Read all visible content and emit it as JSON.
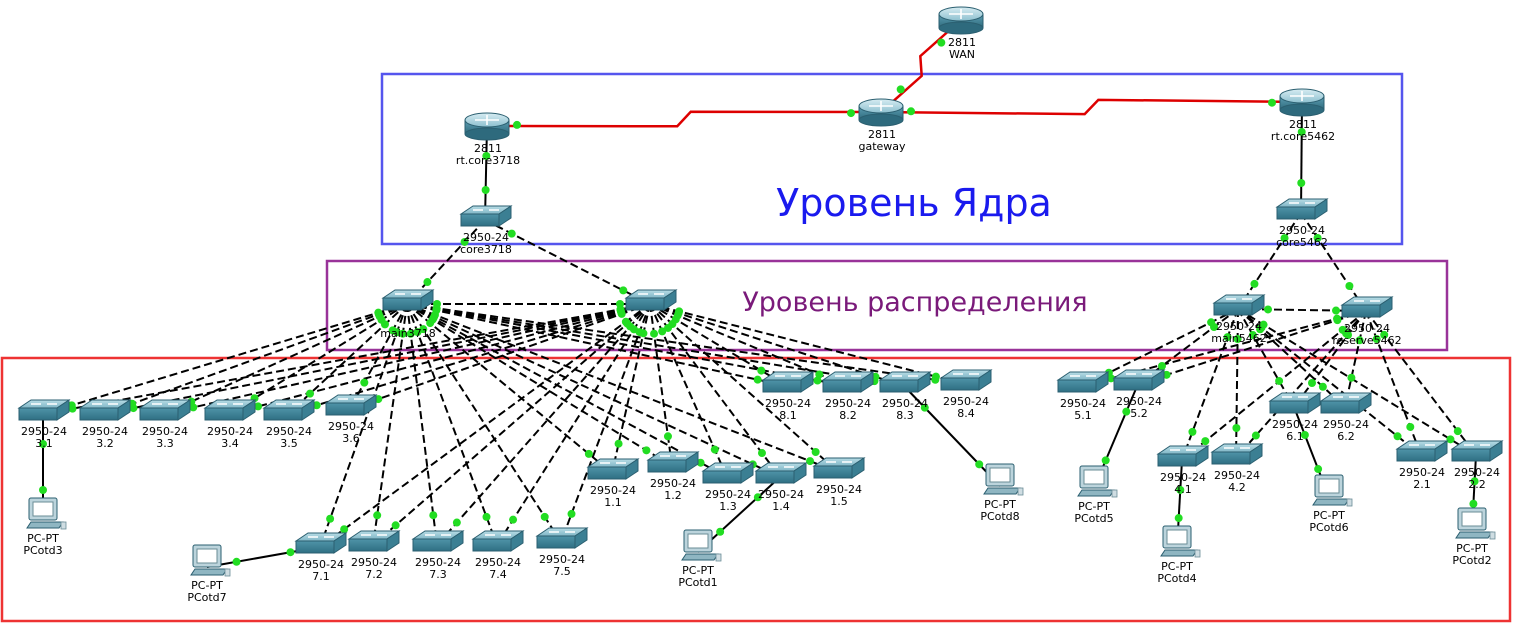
{
  "colors": {
    "core": "#5555ee",
    "dist": "#993399",
    "access": "#ee3333",
    "serial": "#dd0000",
    "port": "#22dd22"
  },
  "regions": {
    "core": {
      "title": "Уровень Ядра",
      "color": "#1a1aee"
    },
    "distribution": {
      "title": "Уровень распределения",
      "color": "#7a1a7a"
    },
    "access": {
      "title": ""
    }
  },
  "nodes": [
    {
      "id": "wan",
      "kind": "router",
      "model": "2811",
      "name": "WAN"
    },
    {
      "id": "gw",
      "kind": "router",
      "model": "2811",
      "name": "gateway"
    },
    {
      "id": "rc37",
      "kind": "router",
      "model": "2811",
      "name": "rt.core3718"
    },
    {
      "id": "rc54",
      "kind": "router",
      "model": "2811",
      "name": "rt.core5462"
    },
    {
      "id": "sc37",
      "kind": "switch",
      "model": "2950-24",
      "name": "core3718"
    },
    {
      "id": "sc54",
      "kind": "switch",
      "model": "2950-24",
      "name": "core5462"
    },
    {
      "id": "dm37",
      "kind": "switch",
      "model": "",
      "name": "main3718"
    },
    {
      "id": "dr37",
      "kind": "switch",
      "model": "",
      "name": ""
    },
    {
      "id": "dm54",
      "kind": "switch",
      "model": "2950-24",
      "name": "main5462"
    },
    {
      "id": "dr54",
      "kind": "switch",
      "model": "2950-24",
      "name": "reserve5462"
    },
    {
      "id": "s31",
      "kind": "switch",
      "model": "2950-24",
      "name": "3.1"
    },
    {
      "id": "s32",
      "kind": "switch",
      "model": "2950-24",
      "name": "3.2"
    },
    {
      "id": "s33",
      "kind": "switch",
      "model": "2950-24",
      "name": "3.3"
    },
    {
      "id": "s34",
      "kind": "switch",
      "model": "2950-24",
      "name": "3.4"
    },
    {
      "id": "s35",
      "kind": "switch",
      "model": "2950-24",
      "name": "3.5"
    },
    {
      "id": "s36",
      "kind": "switch",
      "model": "2950-24",
      "name": "3.6"
    },
    {
      "id": "s81",
      "kind": "switch",
      "model": "2950-24",
      "name": "8.1"
    },
    {
      "id": "s82",
      "kind": "switch",
      "model": "2950-24",
      "name": "8.2"
    },
    {
      "id": "s83",
      "kind": "switch",
      "model": "2950-24",
      "name": "8.3"
    },
    {
      "id": "s84",
      "kind": "switch",
      "model": "2950-24",
      "name": "8.4"
    },
    {
      "id": "s11",
      "kind": "switch",
      "model": "2950-24",
      "name": "1.1"
    },
    {
      "id": "s12",
      "kind": "switch",
      "model": "2950-24",
      "name": "1.2"
    },
    {
      "id": "s13",
      "kind": "switch",
      "model": "2950-24",
      "name": "1.3"
    },
    {
      "id": "s14",
      "kind": "switch",
      "model": "2950-24",
      "name": "1.4"
    },
    {
      "id": "s15",
      "kind": "switch",
      "model": "2950-24",
      "name": "1.5"
    },
    {
      "id": "s71",
      "kind": "switch",
      "model": "2950-24",
      "name": "7.1"
    },
    {
      "id": "s72",
      "kind": "switch",
      "model": "2950-24",
      "name": "7.2"
    },
    {
      "id": "s73",
      "kind": "switch",
      "model": "2950-24",
      "name": "7.3"
    },
    {
      "id": "s74",
      "kind": "switch",
      "model": "2950-24",
      "name": "7.4"
    },
    {
      "id": "s75",
      "kind": "switch",
      "model": "2950-24",
      "name": "7.5"
    },
    {
      "id": "s51",
      "kind": "switch",
      "model": "2950-24",
      "name": "5.1"
    },
    {
      "id": "s52",
      "kind": "switch",
      "model": "2950-24",
      "name": "5.2"
    },
    {
      "id": "s61",
      "kind": "switch",
      "model": "2950-24",
      "name": "6.1"
    },
    {
      "id": "s62",
      "kind": "switch",
      "model": "2950-24",
      "name": "6.2"
    },
    {
      "id": "s41",
      "kind": "switch",
      "model": "2950-24",
      "name": "4.1"
    },
    {
      "id": "s42",
      "kind": "switch",
      "model": "2950-24",
      "name": "4.2"
    },
    {
      "id": "s21",
      "kind": "switch",
      "model": "2950-24",
      "name": "2.1"
    },
    {
      "id": "s22",
      "kind": "switch",
      "model": "2950-24",
      "name": "2.2"
    },
    {
      "id": "pc3",
      "kind": "pc",
      "model": "PC-PT",
      "name": "PCotd3"
    },
    {
      "id": "pc7",
      "kind": "pc",
      "model": "PC-PT",
      "name": "PCotd7"
    },
    {
      "id": "pc1",
      "kind": "pc",
      "model": "PC-PT",
      "name": "PCotd1"
    },
    {
      "id": "pc8",
      "kind": "pc",
      "model": "PC-PT",
      "name": "PCotd8"
    },
    {
      "id": "pc5",
      "kind": "pc",
      "model": "PC-PT",
      "name": "PCotd5"
    },
    {
      "id": "pc4",
      "kind": "pc",
      "model": "PC-PT",
      "name": "PCotd4"
    },
    {
      "id": "pc6",
      "kind": "pc",
      "model": "PC-PT",
      "name": "PCotd6"
    },
    {
      "id": "pc2",
      "kind": "pc",
      "model": "PC-PT",
      "name": "PCotd2"
    }
  ],
  "links": [
    {
      "from": "gw",
      "to": "wan",
      "type": "serial"
    },
    {
      "from": "gw",
      "to": "rc37",
      "type": "serial"
    },
    {
      "from": "gw",
      "to": "rc54",
      "type": "serial"
    },
    {
      "from": "rc37",
      "to": "sc37",
      "type": "straight"
    },
    {
      "from": "rc54",
      "to": "sc54",
      "type": "straight"
    },
    {
      "from": "sc37",
      "to": "dm37",
      "type": "cross"
    },
    {
      "from": "sc37",
      "to": "dr37",
      "type": "cross"
    },
    {
      "from": "sc54",
      "to": "dm54",
      "type": "cross"
    },
    {
      "from": "sc54",
      "to": "dr54",
      "type": "cross"
    },
    {
      "from": "dm37",
      "to": "dr37",
      "type": "cross"
    },
    {
      "from": "dm54",
      "to": "dr54",
      "type": "cross"
    },
    {
      "from": "dm37",
      "to": "s31",
      "type": "cross"
    },
    {
      "from": "dr37",
      "to": "s31",
      "type": "cross"
    },
    {
      "from": "dm37",
      "to": "s32",
      "type": "cross"
    },
    {
      "from": "dr37",
      "to": "s32",
      "type": "cross"
    },
    {
      "from": "dm37",
      "to": "s33",
      "type": "cross"
    },
    {
      "from": "dr37",
      "to": "s33",
      "type": "cross"
    },
    {
      "from": "dm37",
      "to": "s34",
      "type": "cross"
    },
    {
      "from": "dr37",
      "to": "s34",
      "type": "cross"
    },
    {
      "from": "dm37",
      "to": "s35",
      "type": "cross"
    },
    {
      "from": "dr37",
      "to": "s35",
      "type": "cross"
    },
    {
      "from": "dm37",
      "to": "s36",
      "type": "cross"
    },
    {
      "from": "dr37",
      "to": "s36",
      "type": "cross"
    },
    {
      "from": "dm37",
      "to": "s81",
      "type": "cross"
    },
    {
      "from": "dr37",
      "to": "s81",
      "type": "cross"
    },
    {
      "from": "dm37",
      "to": "s82",
      "type": "cross"
    },
    {
      "from": "dr37",
      "to": "s82",
      "type": "cross"
    },
    {
      "from": "dm37",
      "to": "s83",
      "type": "cross"
    },
    {
      "from": "dr37",
      "to": "s83",
      "type": "cross"
    },
    {
      "from": "dm37",
      "to": "s84",
      "type": "cross"
    },
    {
      "from": "dr37",
      "to": "s84",
      "type": "cross"
    },
    {
      "from": "dm37",
      "to": "s11",
      "type": "cross"
    },
    {
      "from": "dr37",
      "to": "s11",
      "type": "cross"
    },
    {
      "from": "dm37",
      "to": "s12",
      "type": "cross"
    },
    {
      "from": "dr37",
      "to": "s12",
      "type": "cross"
    },
    {
      "from": "dm37",
      "to": "s13",
      "type": "cross"
    },
    {
      "from": "dr37",
      "to": "s13",
      "type": "cross"
    },
    {
      "from": "dm37",
      "to": "s14",
      "type": "cross"
    },
    {
      "from": "dr37",
      "to": "s14",
      "type": "cross"
    },
    {
      "from": "dm37",
      "to": "s15",
      "type": "cross"
    },
    {
      "from": "dr37",
      "to": "s15",
      "type": "cross"
    },
    {
      "from": "dm37",
      "to": "s71",
      "type": "cross"
    },
    {
      "from": "dr37",
      "to": "s71",
      "type": "cross"
    },
    {
      "from": "dm37",
      "to": "s72",
      "type": "cross"
    },
    {
      "from": "dr37",
      "to": "s72",
      "type": "cross"
    },
    {
      "from": "dm37",
      "to": "s73",
      "type": "cross"
    },
    {
      "from": "dr37",
      "to": "s73",
      "type": "cross"
    },
    {
      "from": "dm37",
      "to": "s74",
      "type": "cross"
    },
    {
      "from": "dr37",
      "to": "s74",
      "type": "cross"
    },
    {
      "from": "dm37",
      "to": "s75",
      "type": "cross"
    },
    {
      "from": "dr37",
      "to": "s75",
      "type": "cross"
    },
    {
      "from": "dm54",
      "to": "s51",
      "type": "cross"
    },
    {
      "from": "dr54",
      "to": "s51",
      "type": "cross"
    },
    {
      "from": "dm54",
      "to": "s52",
      "type": "cross"
    },
    {
      "from": "dr54",
      "to": "s52",
      "type": "cross"
    },
    {
      "from": "dm54",
      "to": "s61",
      "type": "cross"
    },
    {
      "from": "dr54",
      "to": "s61",
      "type": "cross"
    },
    {
      "from": "dm54",
      "to": "s62",
      "type": "cross"
    },
    {
      "from": "dr54",
      "to": "s62",
      "type": "cross"
    },
    {
      "from": "dm54",
      "to": "s41",
      "type": "cross"
    },
    {
      "from": "dr54",
      "to": "s41",
      "type": "cross"
    },
    {
      "from": "dm54",
      "to": "s42",
      "type": "cross"
    },
    {
      "from": "dr54",
      "to": "s42",
      "type": "cross"
    },
    {
      "from": "dm54",
      "to": "s21",
      "type": "cross"
    },
    {
      "from": "dr54",
      "to": "s21",
      "type": "cross"
    },
    {
      "from": "dm54",
      "to": "s22",
      "type": "cross"
    },
    {
      "from": "dr54",
      "to": "s22",
      "type": "cross"
    },
    {
      "from": "s31",
      "to": "pc3",
      "type": "straight"
    },
    {
      "from": "s71",
      "to": "pc7",
      "type": "straight"
    },
    {
      "from": "s14",
      "to": "pc1",
      "type": "straight"
    },
    {
      "from": "s83",
      "to": "pc8",
      "type": "straight"
    },
    {
      "from": "s52",
      "to": "pc5",
      "type": "straight"
    },
    {
      "from": "s41",
      "to": "pc4",
      "type": "straight"
    },
    {
      "from": "s61",
      "to": "pc6",
      "type": "straight"
    },
    {
      "from": "s22",
      "to": "pc2",
      "type": "straight"
    }
  ]
}
